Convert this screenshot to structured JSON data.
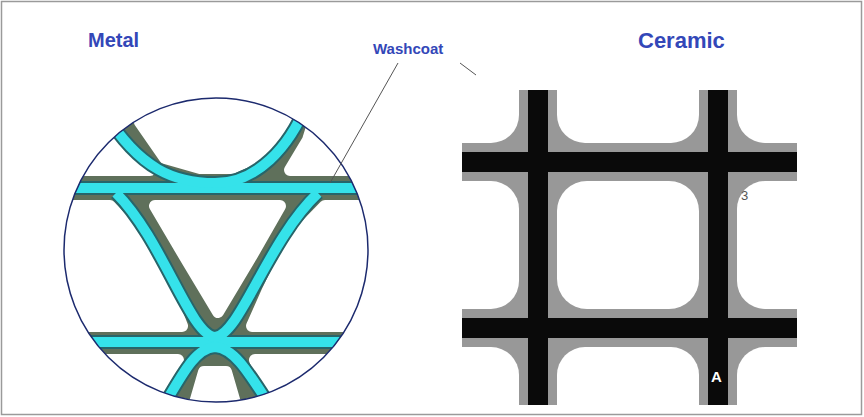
{
  "diagram": {
    "labels": [
      "Metal",
      "Washcoat",
      "Ceramic",
      "3",
      "A"
    ]
  }
}
